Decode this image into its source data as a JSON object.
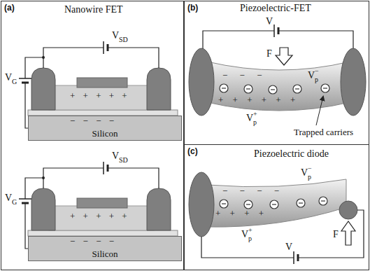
{
  "diagram": {
    "nodes": [
      {
        "text": [
          "(a)",
          "Nanowire FET"
        ]
      },
      {
        "text": [
          "Silicon"
        ],
        "in": 0
      },
      {
        "text": [
          "Silicon"
        ],
        "in": 0
      },
      {
        "text": [
          "(b)",
          "Piezoelectric-FET"
        ]
      },
      {
        "text": [
          "(c)",
          "Piezoelectric diode"
        ]
      }
    ],
    "labels": [
      "V",
      "SD",
      "V",
      "G",
      "+ + + + +",
      "− − − −",
      "V",
      "SD",
      "V",
      "G",
      "+ + + + +",
      "− − − −",
      "V",
      "F",
      "− − −",
      "V",
      "p",
      "−",
      "+ + + + + +",
      "V",
      "p",
      "+",
      "Trapped carriers",
      "− − − −",
      "V",
      "p",
      "−",
      "+ + + +",
      "V",
      "p",
      "+",
      "V",
      "F"
    ]
  }
}
